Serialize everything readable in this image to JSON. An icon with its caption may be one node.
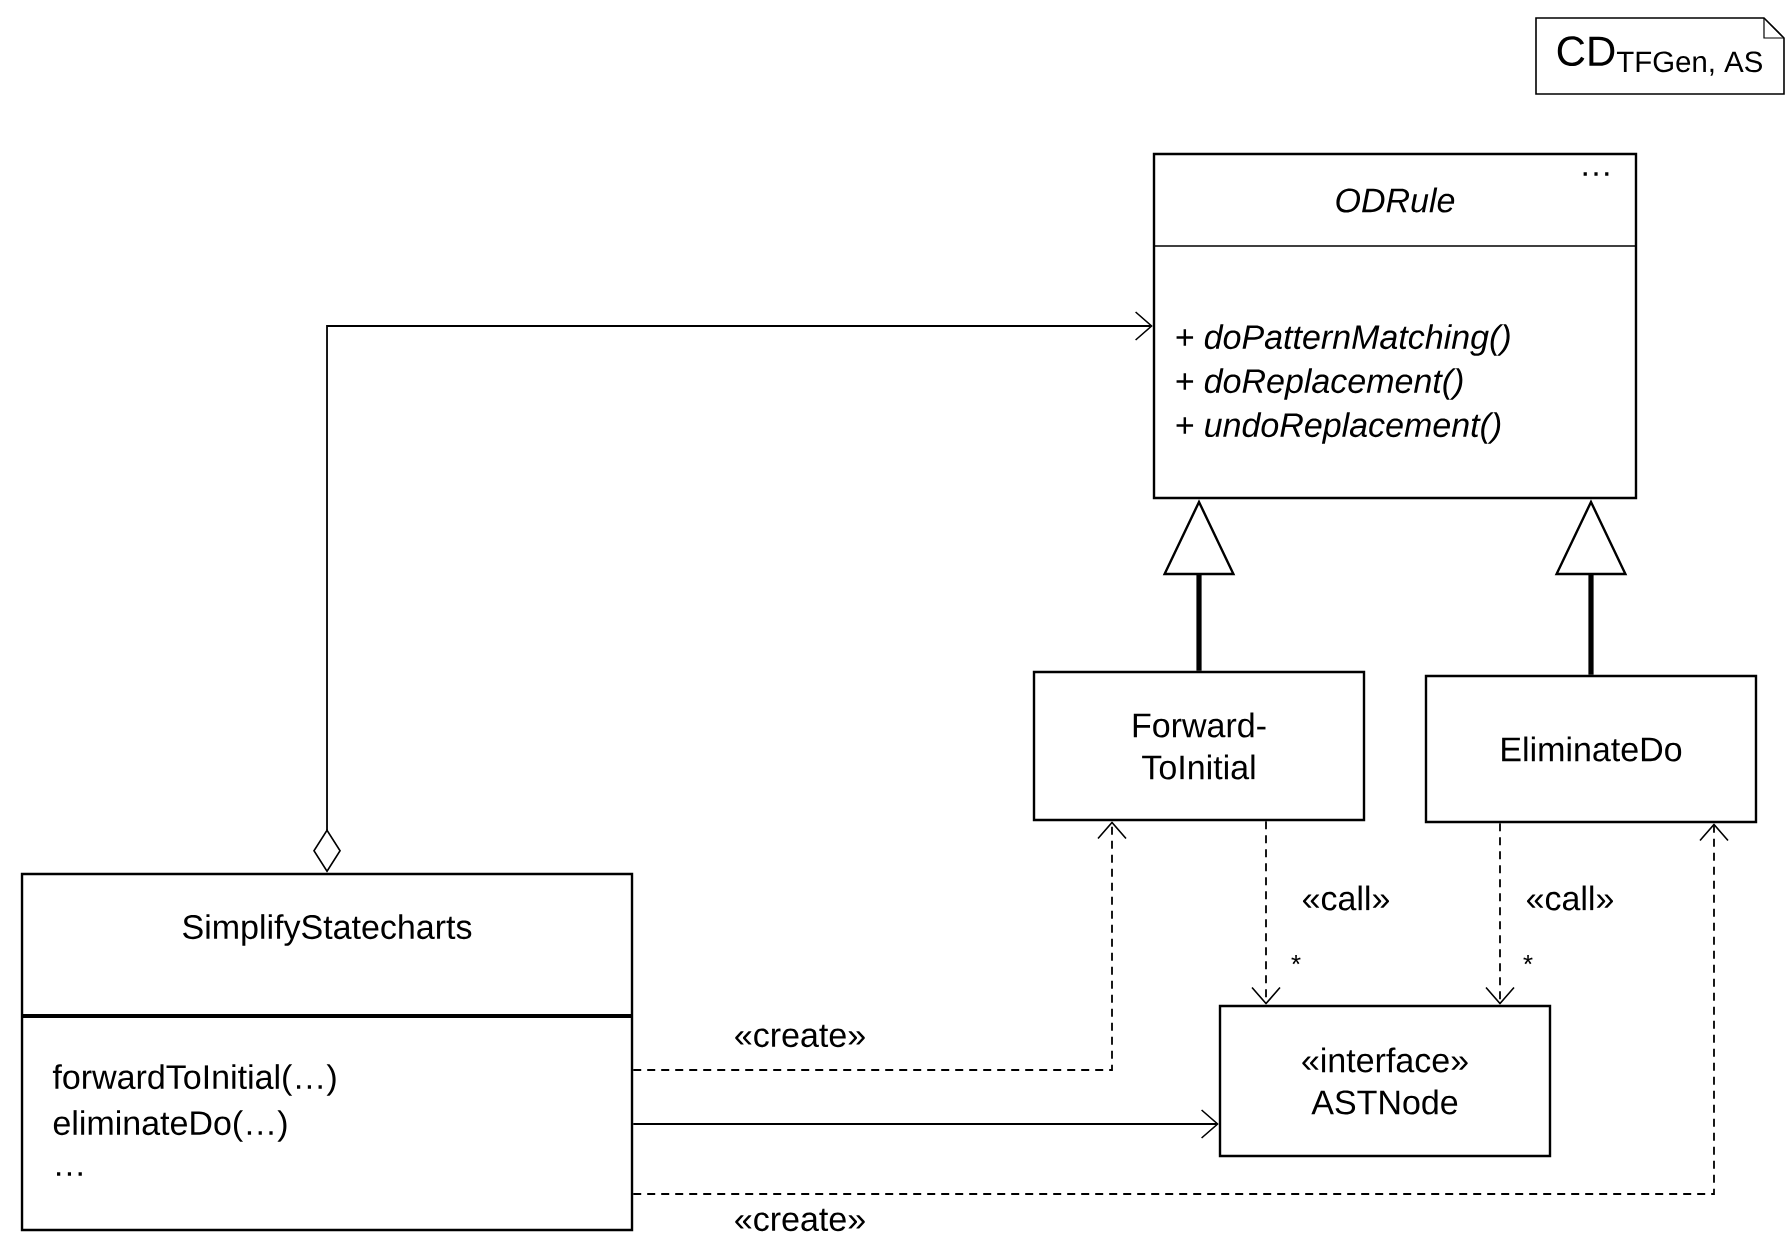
{
  "diagram": {
    "nodes": [
      {
        "text": [
          "\\text{CD}_{\\text{TFGen, AS}}"
        ]
      },
      {
        "text": [
          "ODRule",
          "…",
          "+ doPatternMatching()",
          "+ doReplacement()",
          "+ undoReplacement()"
        ]
      },
      {
        "text": [
          "Forward-ToInitial"
        ]
      },
      {
        "text": [
          "EliminateDo"
        ]
      },
      {
        "text": [
          "SimplifyStatecharts",
          "forwardToInitial(…)",
          "eliminateDo(…)",
          "…"
        ]
      },
      {
        "text": [
          "«interface»",
          "ASTNode"
        ]
      }
    ],
    "edges": [
      {
        "from": 4,
        "to": 1,
        "arrow": "to"
      },
      {
        "from": 2,
        "to": 1,
        "arrow": "to",
        "style": "thick"
      },
      {
        "from": 3,
        "to": 1,
        "arrow": "to",
        "style": "thick"
      },
      {
        "from": 2,
        "to": 5,
        "arrow": "to",
        "style": "dashed",
        "label": "«call»"
      },
      {
        "from": 3,
        "to": 5,
        "arrow": "to",
        "style": "dashed",
        "label": "«call»"
      },
      {
        "from": 4,
        "to": 2,
        "arrow": "to",
        "style": "dashed",
        "label": "«create»"
      },
      {
        "from": 4,
        "to": 5,
        "arrow": "to"
      },
      {
        "from": 4,
        "to": 3,
        "arrow": "to",
        "style": "dashed",
        "label": "«create»"
      }
    ],
    "labels": [
      "*",
      "*"
    ]
  }
}
